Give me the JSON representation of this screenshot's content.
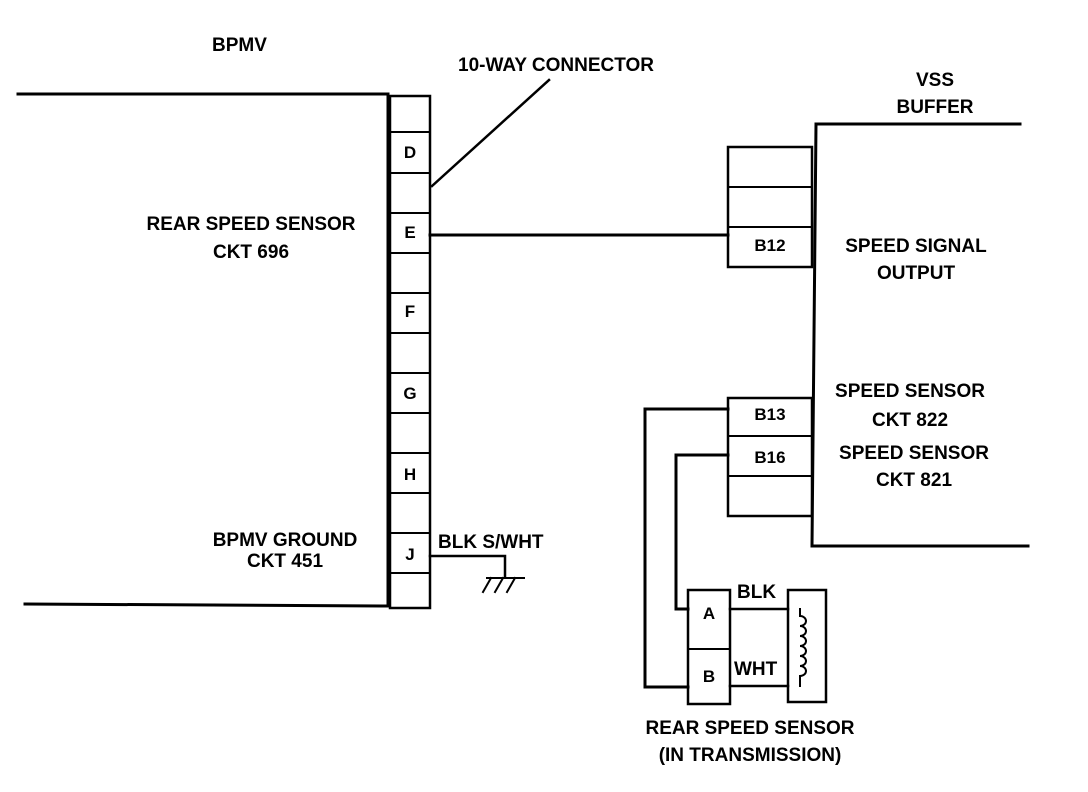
{
  "bpmv": {
    "title": "BPMV",
    "connector_label": "10-WAY CONNECTOR",
    "pins": [
      "D",
      "E",
      "F",
      "G",
      "H",
      "J"
    ],
    "rear_speed_sensor": {
      "line1": "REAR SPEED SENSOR",
      "line2": "CKT 696"
    },
    "ground": {
      "line1": "BPMV GROUND",
      "line2": "CKT 451"
    },
    "ground_wire": "BLK S/WHT"
  },
  "vss_buffer": {
    "title_line1": "VSS",
    "title_line2": "BUFFER",
    "pins": [
      "B12",
      "B13",
      "B16"
    ],
    "speed_signal": {
      "line1": "SPEED SIGNAL",
      "line2": "OUTPUT"
    },
    "speed_sensor_822": {
      "line1": "SPEED SENSOR",
      "line2": "CKT 822"
    },
    "speed_sensor_821": {
      "line1": "SPEED SENSOR",
      "line2": "CKT 821"
    }
  },
  "sensor": {
    "pins": [
      "A",
      "B"
    ],
    "wire_a": "BLK",
    "wire_b": "WHT",
    "title_line1": "REAR SPEED SENSOR",
    "title_line2": "(IN TRANSMISSION)"
  },
  "colors": {
    "ink": "#000000",
    "paper": "#ffffff"
  }
}
